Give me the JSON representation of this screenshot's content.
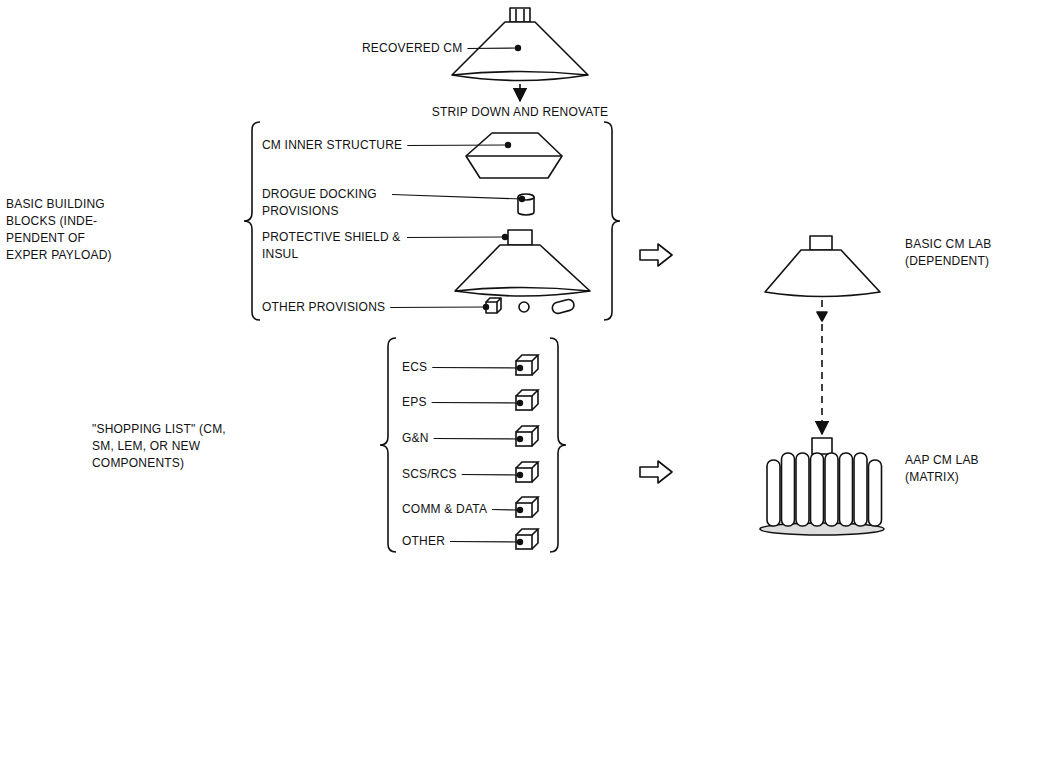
{
  "diagram": {
    "labels": [
      "RECOVERED CM",
      "STRIP DOWN AND RENOVATE",
      "CM INNER STRUCTURE",
      "DROGUE DOCKING PROVISIONS",
      "PROTECTIVE SHIELD & INSUL",
      "OTHER PROVISIONS",
      "BASIC BUILDING BLOCKS (INDE- PENDENT OF EXPER PAYLOAD)",
      "BASIC CM LAB (DEPENDENT)",
      "ECS",
      "EPS",
      "G&N",
      "SCS/RCS",
      "COMM & DATA",
      "OTHER",
      "\"SHOPPING LIST\" (CM, SM, LEM, OR NEW COMPONENTS)",
      "AAP CM LAB (MATRIX)"
    ]
  }
}
